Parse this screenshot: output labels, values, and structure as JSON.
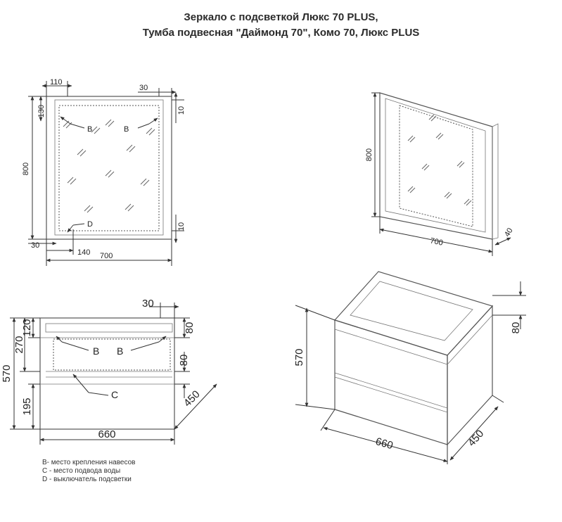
{
  "title": {
    "line1": "Зеркало с подсветкой Люкс 70 PLUS,",
    "line2": "Тумба подвесная \"Даймонд 70\", Комо 70, Люкс PLUS"
  },
  "mirror_front": {
    "dim_110": "110",
    "dim_30_top": "30",
    "dim_130": "130",
    "dim_10_top": "10",
    "dim_800": "800",
    "dim_10_bottom": "10",
    "dim_30_bottom": "30",
    "dim_140": "140",
    "dim_700": "700",
    "label_b_left": "B",
    "label_b_right": "B",
    "label_d": "D"
  },
  "mirror_iso": {
    "dim_800": "800",
    "dim_700": "700",
    "dim_40": "40"
  },
  "cabinet_front": {
    "dim_30": "30",
    "dim_120": "120",
    "dim_80_top": "80",
    "dim_270": "270",
    "dim_570": "570",
    "dim_80_mid": "80",
    "dim_195": "195",
    "dim_450": "450",
    "dim_660": "660",
    "label_b_left": "B",
    "label_b_right": "B",
    "label_c": "C"
  },
  "cabinet_iso": {
    "dim_570": "570",
    "dim_80": "80",
    "dim_660": "660",
    "dim_450": "450"
  },
  "legend": [
    "B- место крепления навесов",
    "C - место подвода воды",
    "D - выключатель подсветки"
  ]
}
